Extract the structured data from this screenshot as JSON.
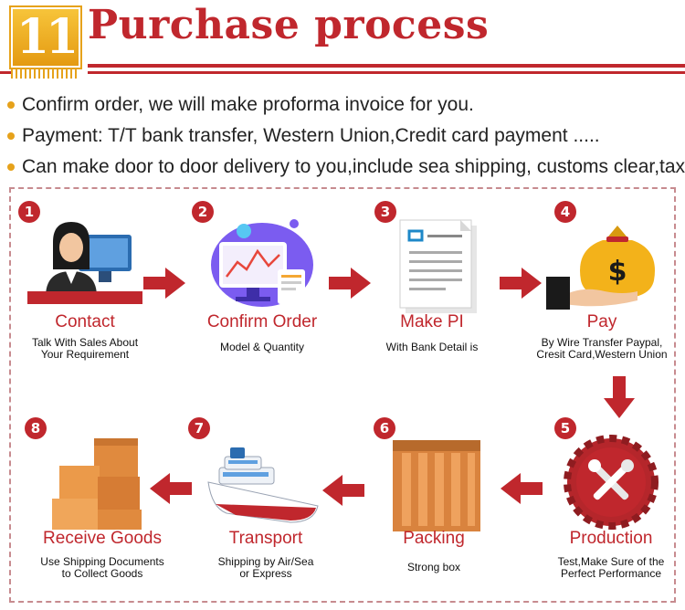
{
  "header": {
    "badge_number": "11",
    "title": "Purchase process"
  },
  "bullets": [
    "Confirm order, we will make proforma invoice for you.",
    "Payment: T/T bank transfer, Western Union,Credit card payment .....",
    "Can make door to door delivery to you,include sea shipping, customs clear,tax"
  ],
  "steps": [
    {
      "number": "1",
      "label": "Contact",
      "desc_lines": [
        "Talk With Sales About",
        "Your Requirement"
      ],
      "icon": "customer-service-icon"
    },
    {
      "number": "2",
      "label": "Confirm Order",
      "desc_lines": [
        "Model & Quantity",
        ""
      ],
      "icon": "monitor-chart-icon"
    },
    {
      "number": "3",
      "label": "Make PI",
      "desc_lines": [
        "With Bank Detail is",
        ""
      ],
      "icon": "invoice-document-icon"
    },
    {
      "number": "4",
      "label": "Pay",
      "desc_lines": [
        "By Wire Transfer Paypal,",
        "Cresit Card,Western Union"
      ],
      "icon": "money-bag-icon"
    },
    {
      "number": "5",
      "label": "Production",
      "desc_lines": [
        "Test,Make Sure of the",
        "Perfect Performance"
      ],
      "icon": "gear-tools-icon"
    },
    {
      "number": "6",
      "label": "Packing",
      "desc_lines": [
        "Strong box",
        ""
      ],
      "icon": "wooden-crate-icon"
    },
    {
      "number": "7",
      "label": "Transport",
      "desc_lines": [
        "Shipping by Air/Sea",
        "or Express"
      ],
      "icon": "cruise-ship-icon"
    },
    {
      "number": "8",
      "label": "Receive Goods",
      "desc_lines": [
        "Use  Shipping Documents",
        "to Collect Goods"
      ],
      "icon": "stacked-boxes-icon"
    }
  ],
  "colors": {
    "accent_red": "#c0272d",
    "badge_orange": "#e6a21b",
    "arrow_red": "#c0272d",
    "frame_border": "#c78b8f"
  }
}
